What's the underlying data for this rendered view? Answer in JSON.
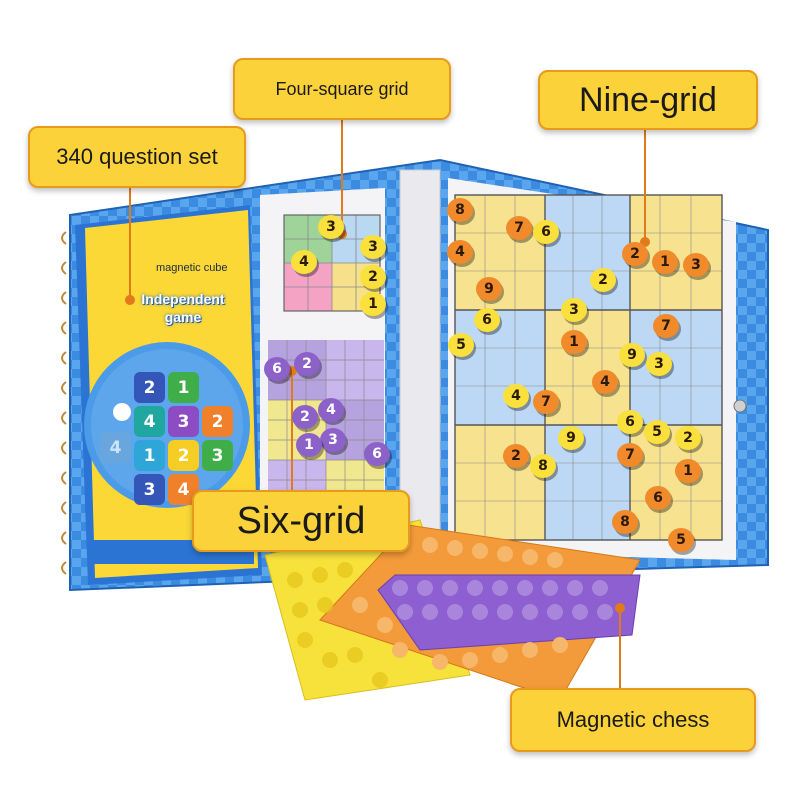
{
  "labels": {
    "four_square_grid": "Four-square grid",
    "nine_grid": "Nine-grid",
    "question_set": "340 question set",
    "six_grid": "Six-grid",
    "magnetic_chess": "Magnetic chess"
  },
  "booklet": {
    "brand": "magnetic cube",
    "title_line1": "Independent",
    "title_line2": "game",
    "grid_numbers": [
      "2",
      "1",
      "4",
      "3",
      "2",
      "4",
      "1",
      "2",
      "3",
      "3",
      "4"
    ]
  },
  "four_grid_chips": [
    "3",
    "3",
    "4",
    "2",
    "1"
  ],
  "six_grid_chips": [
    "6",
    "2",
    "4",
    "2",
    "3",
    "1",
    "6"
  ],
  "nine_grid_chips": [
    "8",
    "7",
    "6",
    "4",
    "2",
    "1",
    "3",
    "2",
    "9",
    "3",
    "6",
    "7",
    "1",
    "9",
    "3",
    "5",
    "4",
    "4",
    "7",
    "9",
    "6",
    "5",
    "2",
    "2",
    "8",
    "7",
    "1",
    "6",
    "8",
    "5"
  ],
  "colors": {
    "callout_fill": "#fcd23a",
    "callout_border": "#e89a1c",
    "board_frame": "#2f7fd6",
    "orange_tray": "#f39a3a",
    "yellow_tray": "#f7e23c",
    "purple_tray": "#8d5fd0"
  }
}
